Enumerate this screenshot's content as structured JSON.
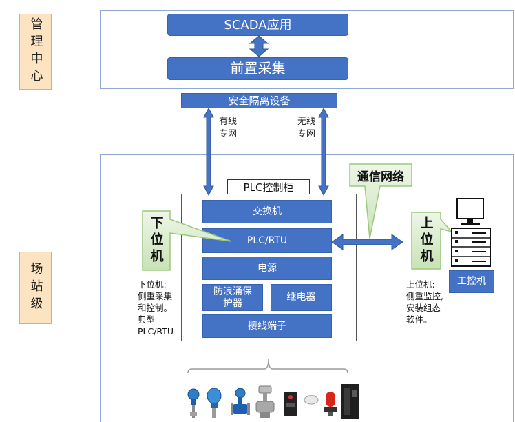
{
  "tiers": {
    "management": "管理中心",
    "station": "场站级"
  },
  "management_center": {
    "scada_app": "SCADA应用",
    "front_acquisition": "前置采集"
  },
  "isolation_device": "安全隔离设备",
  "links": {
    "wired": {
      "line1": "有线",
      "line2": "专网"
    },
    "wireless": {
      "line1": "无线",
      "line2": "专网"
    }
  },
  "plc_cabinet": {
    "title": "PLC控制柜",
    "switch": "交换机",
    "plc_rtu": "PLC/RTU",
    "power": "电源",
    "surge_protector": {
      "line1": "防浪涌保",
      "line2": "护器"
    },
    "relay": "继电器",
    "terminal_block": "接线端子"
  },
  "callouts": {
    "network": "通信网络",
    "lower_computer": "下位机",
    "upper_computer": "上位机"
  },
  "industrial_pc": "工控机",
  "notes": {
    "lower": [
      "下位机:",
      "侧重采集",
      "和控制。",
      "典型",
      "PLC/RTU"
    ],
    "upper": [
      "上位机:",
      "侧重监控,",
      "安装组态",
      "软件。"
    ]
  },
  "icons": {
    "computer": "industrial-pc-icon",
    "devices": [
      "pressure-transmitter-icon",
      "level-transmitter-icon",
      "flow-meter-icon",
      "control-valve-icon",
      "gas-detector-icon",
      "smoke-detector-icon",
      "alarm-light-icon",
      "control-cabinet-icon"
    ]
  },
  "colors": {
    "box_blue": "#4472C4",
    "callout_green": "#C8E2B5",
    "tier_beige": "#FCE4C2",
    "frame": "#8FA9D6"
  }
}
